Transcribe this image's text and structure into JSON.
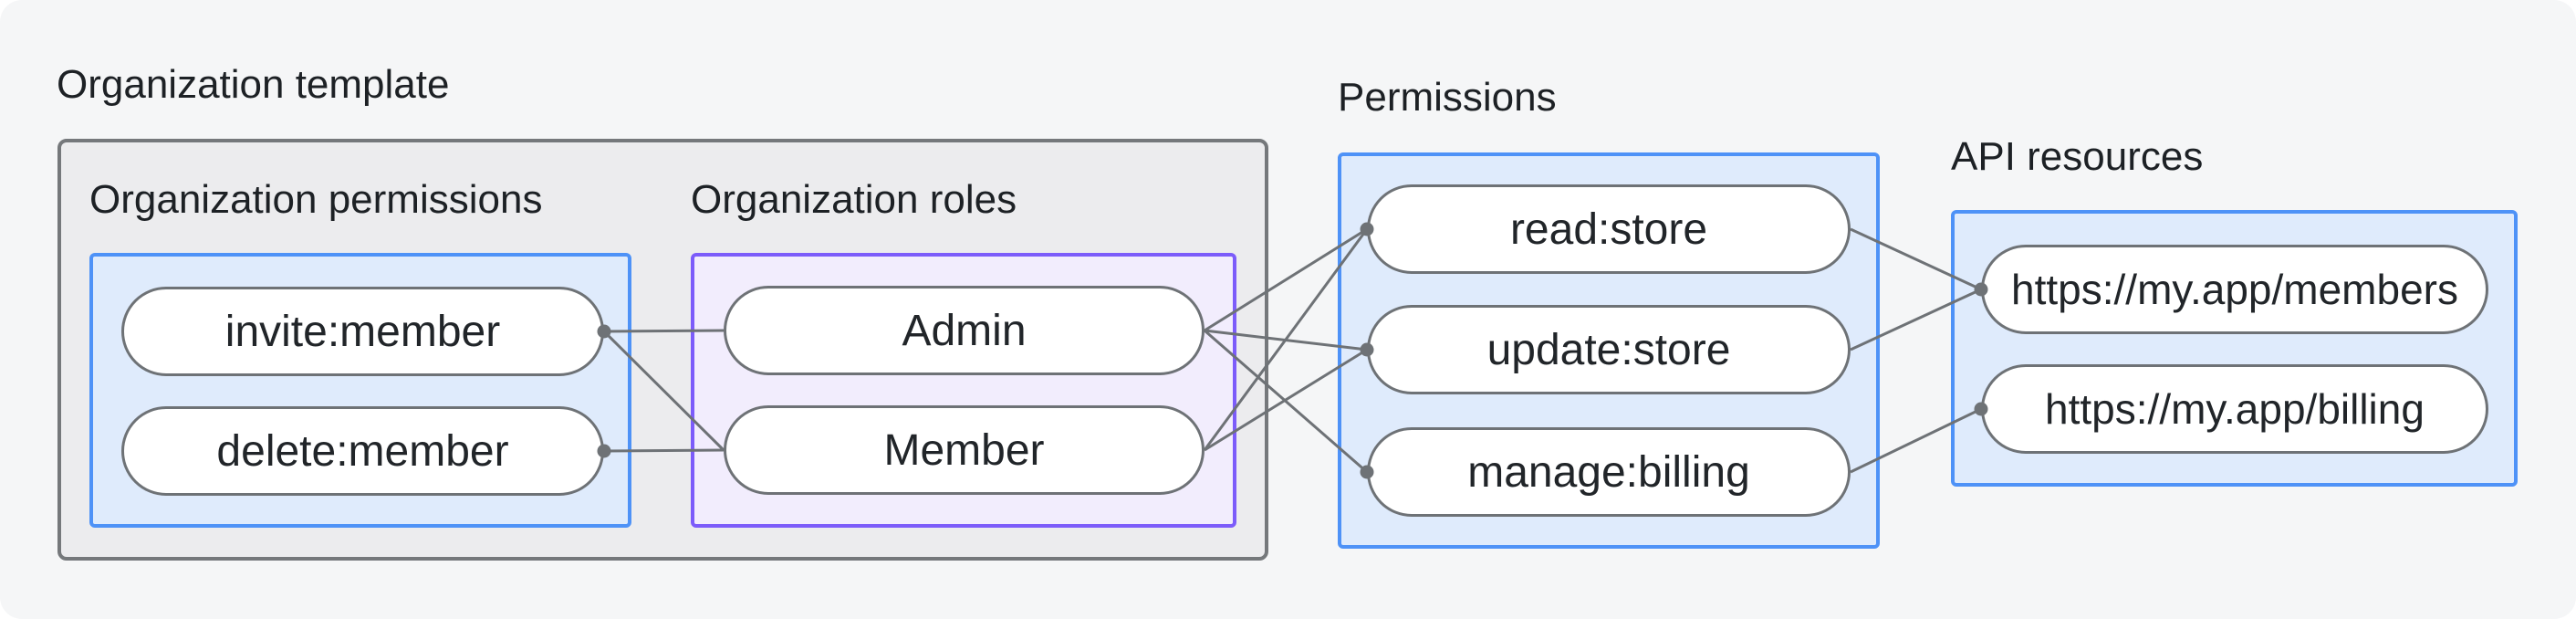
{
  "colors": {
    "page_bg": "#f5f6f7",
    "container_fill": "#ececee",
    "container_border": "#75787b",
    "blue_fill": "#dfebfc",
    "blue_border": "#4e92f7",
    "purple_fill": "#f2edfd",
    "purple_border": "#7c5cfa",
    "pill_border": "#6e7276",
    "line": "#6e7276",
    "text": "#1d2125"
  },
  "org_template": {
    "title": "Organization template",
    "org_permissions": {
      "title": "Organization permissions",
      "nodes": [
        {
          "id": "invite",
          "label": "invite:member"
        },
        {
          "id": "delete",
          "label": "delete:member"
        }
      ]
    },
    "org_roles": {
      "title": "Organization roles",
      "nodes": [
        {
          "id": "admin",
          "label": "Admin"
        },
        {
          "id": "member",
          "label": "Member"
        }
      ]
    }
  },
  "permissions": {
    "title": "Permissions",
    "nodes": [
      {
        "id": "read",
        "label": "read:store"
      },
      {
        "id": "update",
        "label": "update:store"
      },
      {
        "id": "manage",
        "label": "manage:billing"
      }
    ]
  },
  "api_resources": {
    "title": "API resources",
    "nodes": [
      {
        "id": "members_api",
        "label": "https://my.app/members"
      },
      {
        "id": "billing_api",
        "label": "https://my.app/billing"
      }
    ]
  },
  "graph": {
    "edges": [
      {
        "from": "invite",
        "to": "admin"
      },
      {
        "from": "invite",
        "to": "member"
      },
      {
        "from": "delete",
        "to": "member"
      },
      {
        "from": "admin",
        "to": "read"
      },
      {
        "from": "admin",
        "to": "update"
      },
      {
        "from": "admin",
        "to": "manage"
      },
      {
        "from": "member",
        "to": "read"
      },
      {
        "from": "member",
        "to": "update"
      },
      {
        "from": "read",
        "to": "members_api"
      },
      {
        "from": "update",
        "to": "members_api"
      },
      {
        "from": "manage",
        "to": "billing_api"
      }
    ],
    "dots": [
      {
        "node": "invite",
        "side": "right"
      },
      {
        "node": "delete",
        "side": "right"
      },
      {
        "node": "read",
        "side": "left"
      },
      {
        "node": "update",
        "side": "left"
      },
      {
        "node": "manage",
        "side": "left"
      },
      {
        "node": "members_api",
        "side": "left"
      },
      {
        "node": "billing_api",
        "side": "left"
      }
    ],
    "line_width": 3,
    "dot_radius": 7.5
  }
}
